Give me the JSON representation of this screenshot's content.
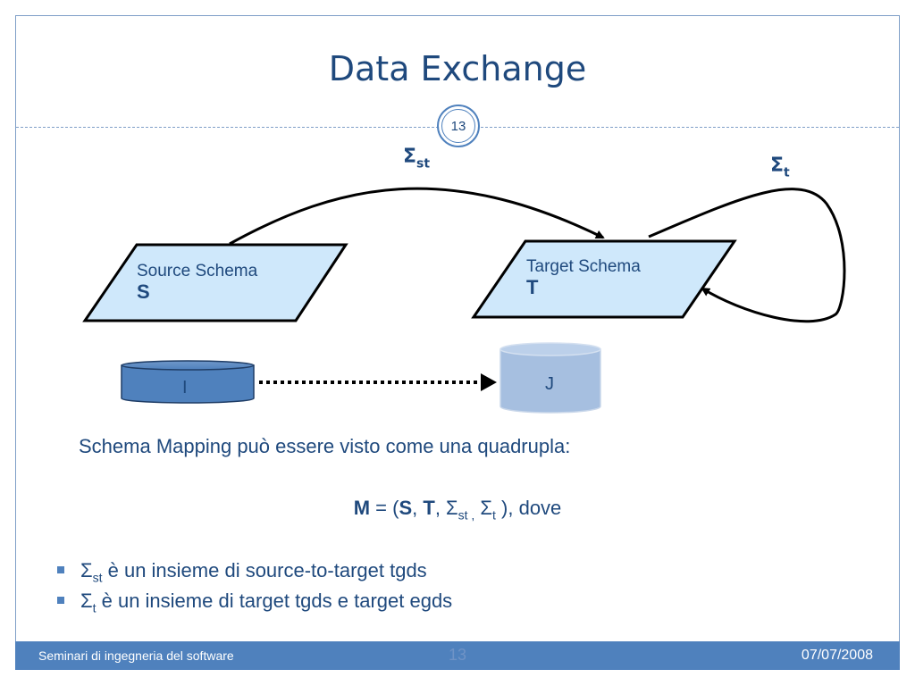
{
  "slide": {
    "title": "Data Exchange",
    "page_number": "13"
  },
  "diagram": {
    "source_schema": {
      "label": "Source Schema",
      "letter": "S"
    },
    "target_schema": {
      "label": "Target Schema",
      "letter": "T"
    },
    "sigma_st": {
      "symbol": "Σ",
      "sub": "st"
    },
    "sigma_t": {
      "symbol": "Σ",
      "sub": "t"
    },
    "instance_source": "I",
    "instance_target": "J"
  },
  "text": {
    "intro": "Schema Mapping può essere visto come una quadrupla:",
    "formula": {
      "m": "M",
      "eq_open": " = (",
      "s": "S",
      "comma1": ", ",
      "t": "T",
      "comma2": ", Σ",
      "sub1": "st ,",
      "sigma2": " Σ",
      "sub2": "t",
      "close": " ), dove"
    },
    "bullets": [
      {
        "sigma": "Σ",
        "sub": "st",
        "text": " è un insieme di source-to-target tgds"
      },
      {
        "sigma": "Σ",
        "sub": "t",
        "text": "  è un insieme di target tgds e target egds"
      }
    ]
  },
  "footer": {
    "left": "Seminari di ingegneria del software",
    "center": "13",
    "right": "07/07/2008"
  },
  "colors": {
    "accent": "#4f81bd",
    "title": "#1f497d",
    "schema_fill": "#cfe8fb",
    "cyl_source": "#4f81bd",
    "cyl_target": "#a6bfe0"
  }
}
